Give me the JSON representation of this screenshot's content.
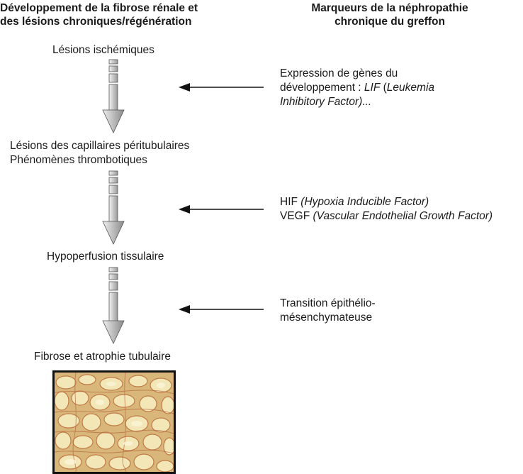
{
  "header": {
    "left_line1": "Développement de la fibrose rénale et",
    "left_line2": "des lésions chroniques/régénération",
    "right_line1": "Marqueurs de la néphropathie",
    "right_line2": "chronique du greffon"
  },
  "stages": [
    {
      "line1": "Lésions ischémiques"
    },
    {
      "line1": "Lésions des capillaires péritubulaires",
      "line2": "Phénomènes thrombotiques"
    },
    {
      "line1": "Hypoperfusion tissulaire"
    },
    {
      "line1": "Fibrose et atrophie tubulaire"
    }
  ],
  "markers": [
    {
      "l1": "Expression de gènes du",
      "l2_plain": "développement : ",
      "l2_italic": "LIF",
      "l2_plain2": " (",
      "l2_italic2": "Leukemia",
      "l3_italic": "Inhibitory Factor)..."
    },
    {
      "l1_plain": "HIF ",
      "l1_italic": "(Hypoxia Inducible Factor)",
      "l2_plain": "VEGF ",
      "l2_italic": "(Vascular Endothelial Growth Factor)"
    },
    {
      "l1": "Transition épithélio-",
      "l2": "mésenchymateuse"
    }
  ],
  "colors": {
    "arrow_fill_light": "#f2f2f2",
    "arrow_fill_dark": "#9a9a9a",
    "arrow_stroke": "#555555",
    "tissue_base": "#e7d9a8",
    "tissue_stain": "#c98a5a",
    "tissue_light": "#f6efc9"
  }
}
